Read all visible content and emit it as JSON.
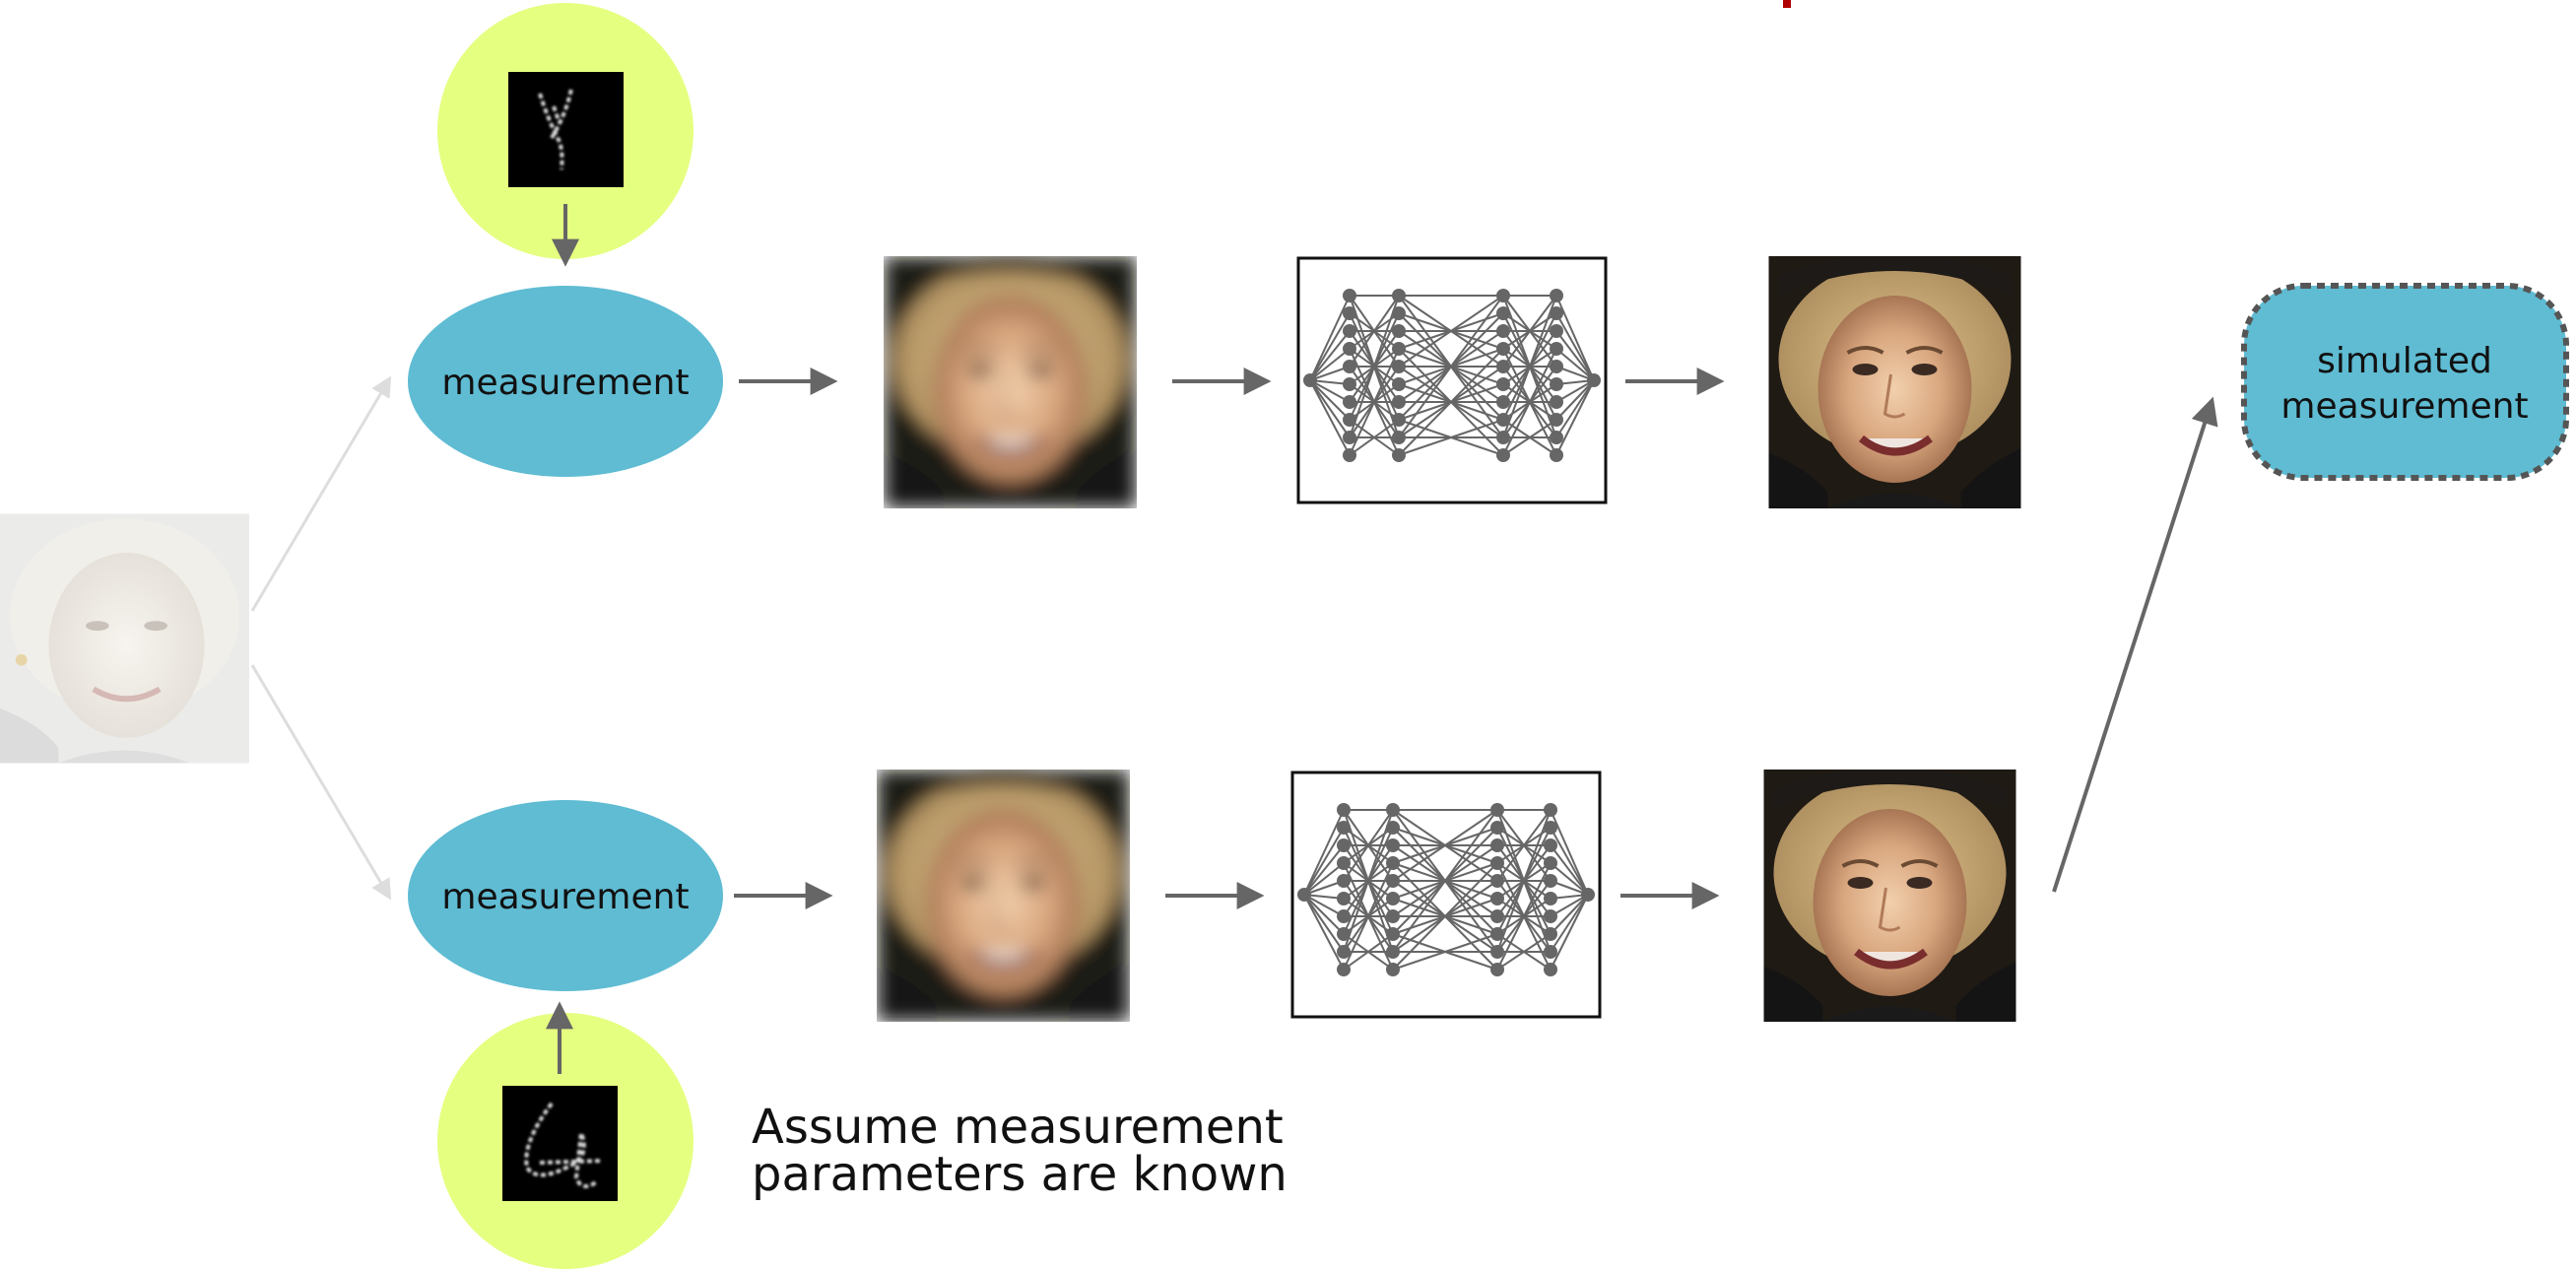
{
  "nodes": {
    "measurement_top": "measurement",
    "measurement_bottom": "measurement",
    "simulated_line1": "simulated",
    "simulated_line2": "measurement"
  },
  "caption": {
    "line1": "Assume measurement",
    "line2": "parameters are known"
  },
  "colors": {
    "measurement_fill": "#5fbcd3",
    "mask_circle_fill": "#e5ff80",
    "arrow": "#666666",
    "arrow_faint": "#dddddd",
    "network_node": "#666666",
    "red_mark": "#b00000"
  },
  "icons": {
    "input_face": "face-photo-faded",
    "blurred_face": "face-photo-blurred",
    "reconstructed_face": "face-photo-reconstructed",
    "mask_top": "handwritten-digit-1",
    "mask_bottom": "handwritten-digit-4",
    "network": "neural-network-icon"
  }
}
